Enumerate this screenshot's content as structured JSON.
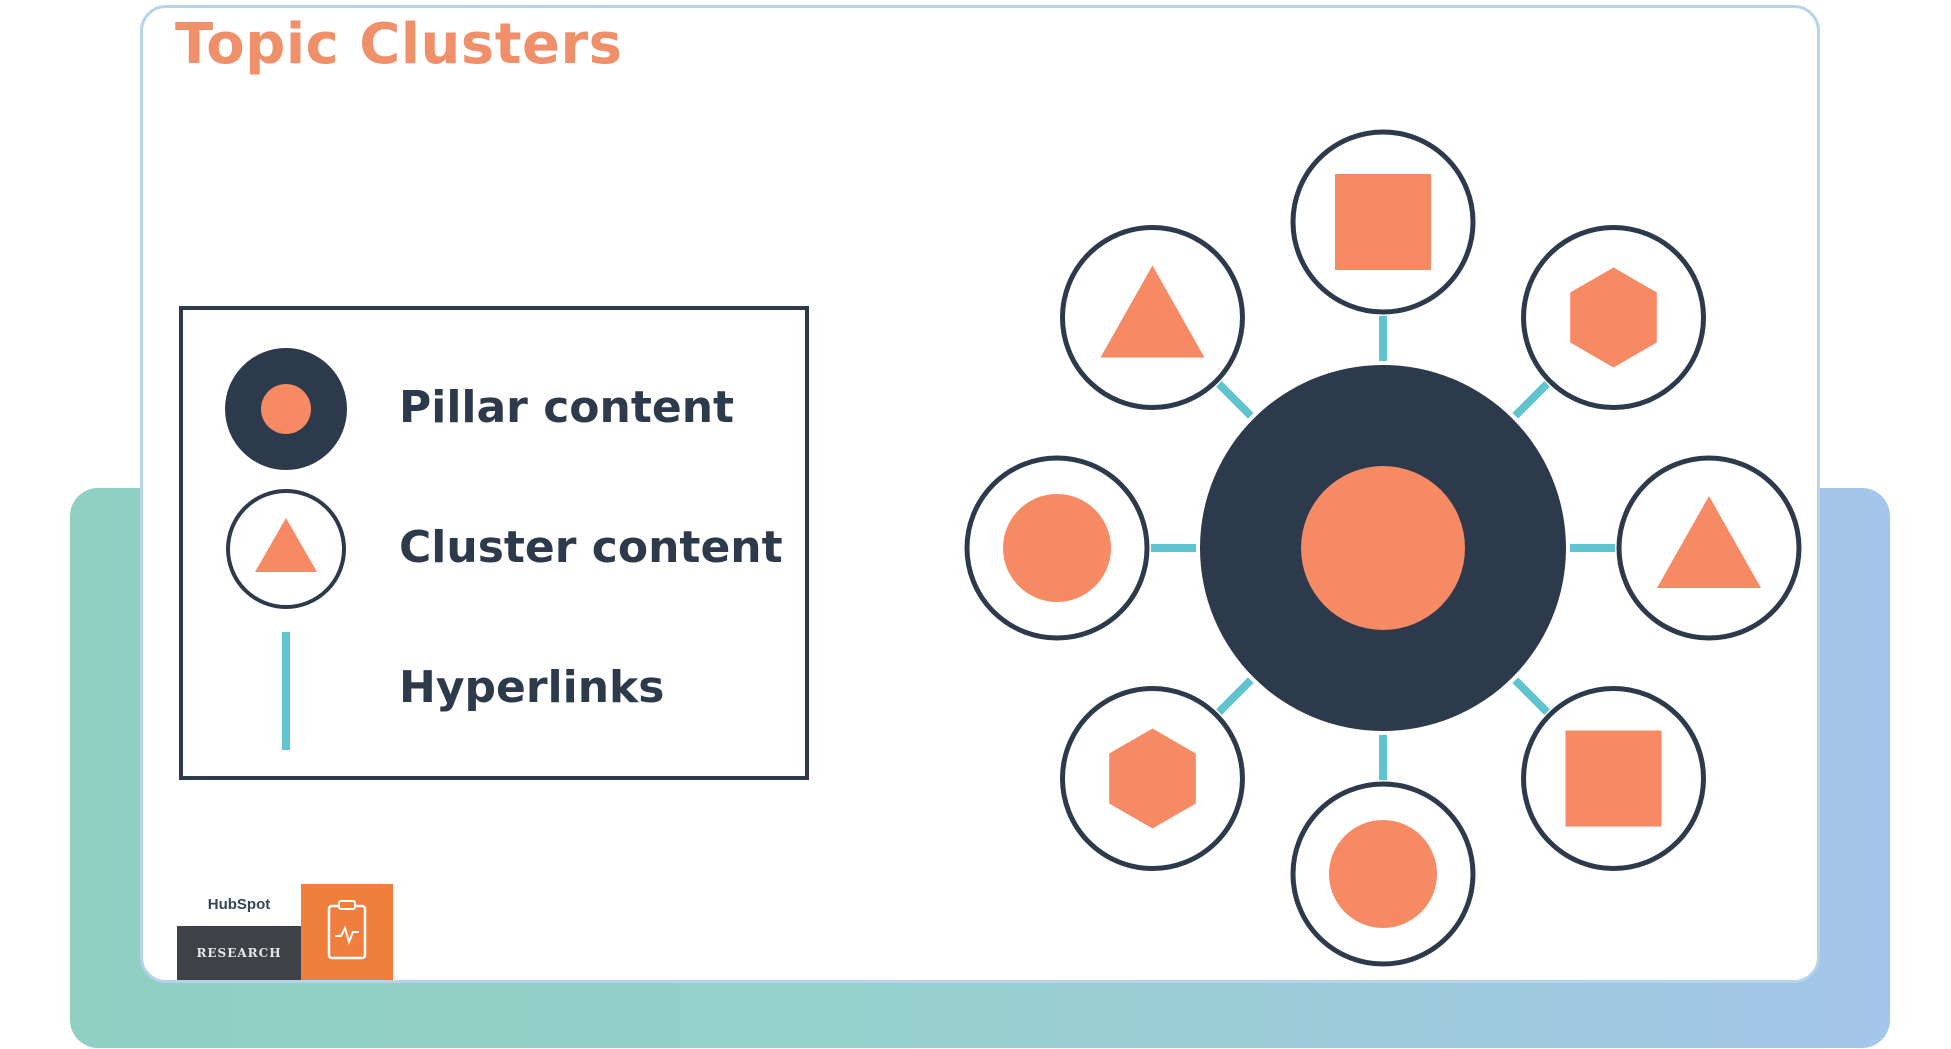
{
  "title": "Topic Clusters",
  "legend": {
    "items": [
      {
        "key": "pillar",
        "label": "Pillar content"
      },
      {
        "key": "cluster",
        "label": "Cluster content"
      },
      {
        "key": "hyperlink",
        "label": "Hyperlinks"
      }
    ]
  },
  "diagram": {
    "center_shape": "circle",
    "satellites": [
      {
        "shape": "square"
      },
      {
        "shape": "hexagon"
      },
      {
        "shape": "triangle"
      },
      {
        "shape": "square"
      },
      {
        "shape": "circle"
      },
      {
        "shape": "hexagon"
      },
      {
        "shape": "circle"
      },
      {
        "shape": "triangle"
      }
    ]
  },
  "logo": {
    "brand": "HubSpot",
    "sub": "RESEARCH",
    "icon": "clipboard-chart-icon"
  },
  "colors": {
    "accent": "#f58a64",
    "dark": "#2d3a4c",
    "link": "#5fc4cf",
    "title": "#f0906b",
    "logo_orange": "#f07e3c"
  }
}
